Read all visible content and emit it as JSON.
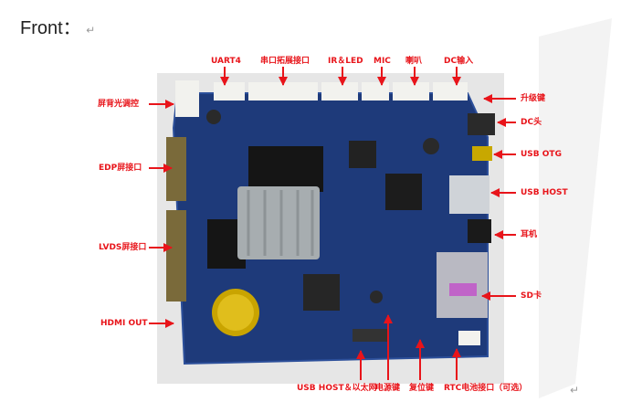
{
  "title": "Front：",
  "return_mark": "↵",
  "accent_color": "#e8141a",
  "labels": {
    "uart4": "UART4",
    "serial_ext": "串口拓展接口",
    "ir_led": "IR＆LED",
    "mic": "MIC",
    "speaker": "喇叭",
    "dc_in": "DC输入",
    "backlight": "屏背光调控",
    "upgrade_key": "升级键",
    "dc_jack": "DC头",
    "usb_otg": "USB OTG",
    "edp": "EDP屏接口",
    "usb_host": "USB HOST",
    "earphone": "耳机",
    "lvds": "LVDS屏接口",
    "sd_card": "SD卡",
    "hdmi_out": "HDMI OUT",
    "usb_host_eth": "USB HOST＆以太网",
    "power_key": "电源键",
    "reset_key": "复位键",
    "rtc": "RTC电池接口（可选）"
  }
}
